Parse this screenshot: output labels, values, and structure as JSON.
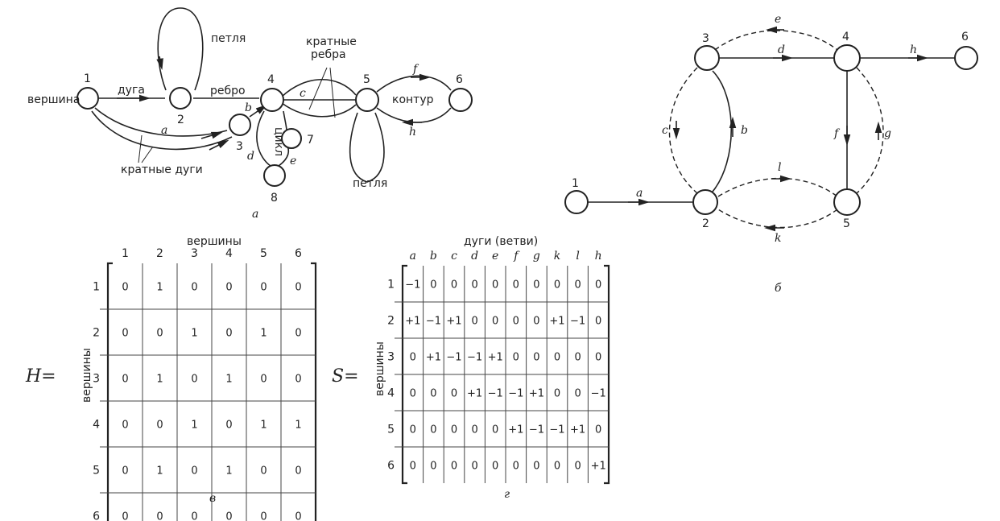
{
  "diagram_a": {
    "caption": "а",
    "vertex_numbers": [
      "1",
      "2",
      "3",
      "4",
      "5",
      "6",
      "7",
      "8"
    ],
    "term_vertex": "вершина",
    "term_arc": "дуга",
    "term_loop_top": "петля",
    "term_edge": "ребро",
    "term_multi_edges_1": "кратные",
    "term_multi_edges_2": "ребра",
    "term_contour": "контур",
    "term_cycle": "цикл",
    "term_loop_bottom": "петля",
    "term_multi_arcs": "кратные дуги",
    "edge_letters": {
      "a": "a",
      "b": "b",
      "c": "c",
      "d": "d",
      "e": "e",
      "f": "f",
      "h": "h"
    }
  },
  "diagram_b": {
    "caption": "б",
    "vertex_numbers": [
      "1",
      "2",
      "3",
      "4",
      "5",
      "6"
    ],
    "edge_letters": {
      "a": "a",
      "b": "b",
      "c": "c",
      "d": "d",
      "e": "e",
      "f": "f",
      "g": "g",
      "h": "h",
      "k": "k",
      "l": "l"
    }
  },
  "matrix_h": {
    "symbol": "H=",
    "caption": "в",
    "col_title": "вершины",
    "row_title": "вершины",
    "col_headers": [
      "1",
      "2",
      "3",
      "4",
      "5",
      "6"
    ],
    "row_headers": [
      "1",
      "2",
      "3",
      "4",
      "5",
      "6"
    ],
    "rows": [
      [
        "0",
        "1",
        "0",
        "0",
        "0",
        "0"
      ],
      [
        "0",
        "0",
        "1",
        "0",
        "1",
        "0"
      ],
      [
        "0",
        "1",
        "0",
        "1",
        "0",
        "0"
      ],
      [
        "0",
        "0",
        "1",
        "0",
        "1",
        "1"
      ],
      [
        "0",
        "1",
        "0",
        "1",
        "0",
        "0"
      ],
      [
        "0",
        "0",
        "0",
        "0",
        "0",
        "0"
      ]
    ]
  },
  "matrix_s": {
    "symbol": "S=",
    "caption": "г",
    "col_title": "дуги (ветви)",
    "row_title": "вершины",
    "col_headers": [
      "a",
      "b",
      "c",
      "d",
      "e",
      "f",
      "g",
      "k",
      "l",
      "h"
    ],
    "row_headers": [
      "1",
      "2",
      "3",
      "4",
      "5",
      "6"
    ],
    "rows": [
      [
        "−1",
        "0",
        "0",
        "0",
        "0",
        "0",
        "0",
        "0",
        "0",
        "0"
      ],
      [
        "+1",
        "−1",
        "+1",
        "0",
        "0",
        "0",
        "0",
        "+1",
        "−1",
        "0"
      ],
      [
        "0",
        "+1",
        "−1",
        "−1",
        "+1",
        "0",
        "0",
        "0",
        "0",
        "0"
      ],
      [
        "0",
        "0",
        "0",
        "+1",
        "−1",
        "−1",
        "+1",
        "0",
        "0",
        "−1"
      ],
      [
        "0",
        "0",
        "0",
        "0",
        "0",
        "+1",
        "−1",
        "−1",
        "+1",
        "0"
      ],
      [
        "0",
        "0",
        "0",
        "0",
        "0",
        "0",
        "0",
        "0",
        "0",
        "+1"
      ]
    ]
  }
}
